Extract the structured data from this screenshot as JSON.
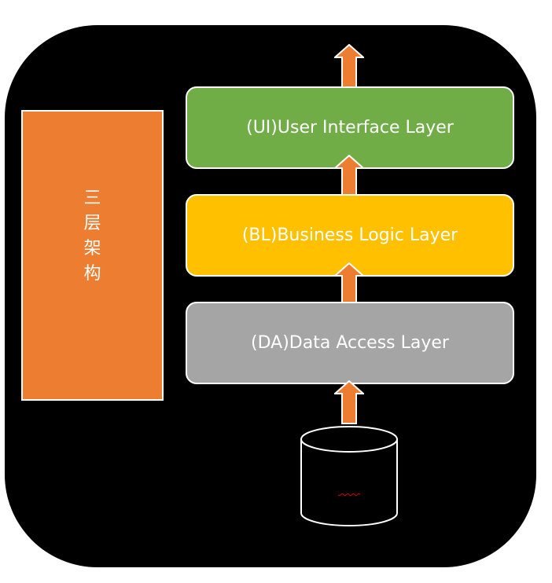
{
  "diagram": {
    "side_label": "三层架构",
    "layers": {
      "ui": "(UI)User Interface Layer",
      "bl": "(BL)Business Logic Layer",
      "da": "(DA)Data Access Layer"
    },
    "database": "db"
  },
  "colors": {
    "background": "#000000",
    "side_bar": "#ed7d31",
    "arrow": "#ed7d31",
    "ui_layer": "#70ad47",
    "bl_layer": "#ffc000",
    "da_layer": "#a5a5a5",
    "border": "#ffffff"
  },
  "icons": {
    "arrow": "arrow-up-icon",
    "database": "database-cylinder-icon"
  }
}
